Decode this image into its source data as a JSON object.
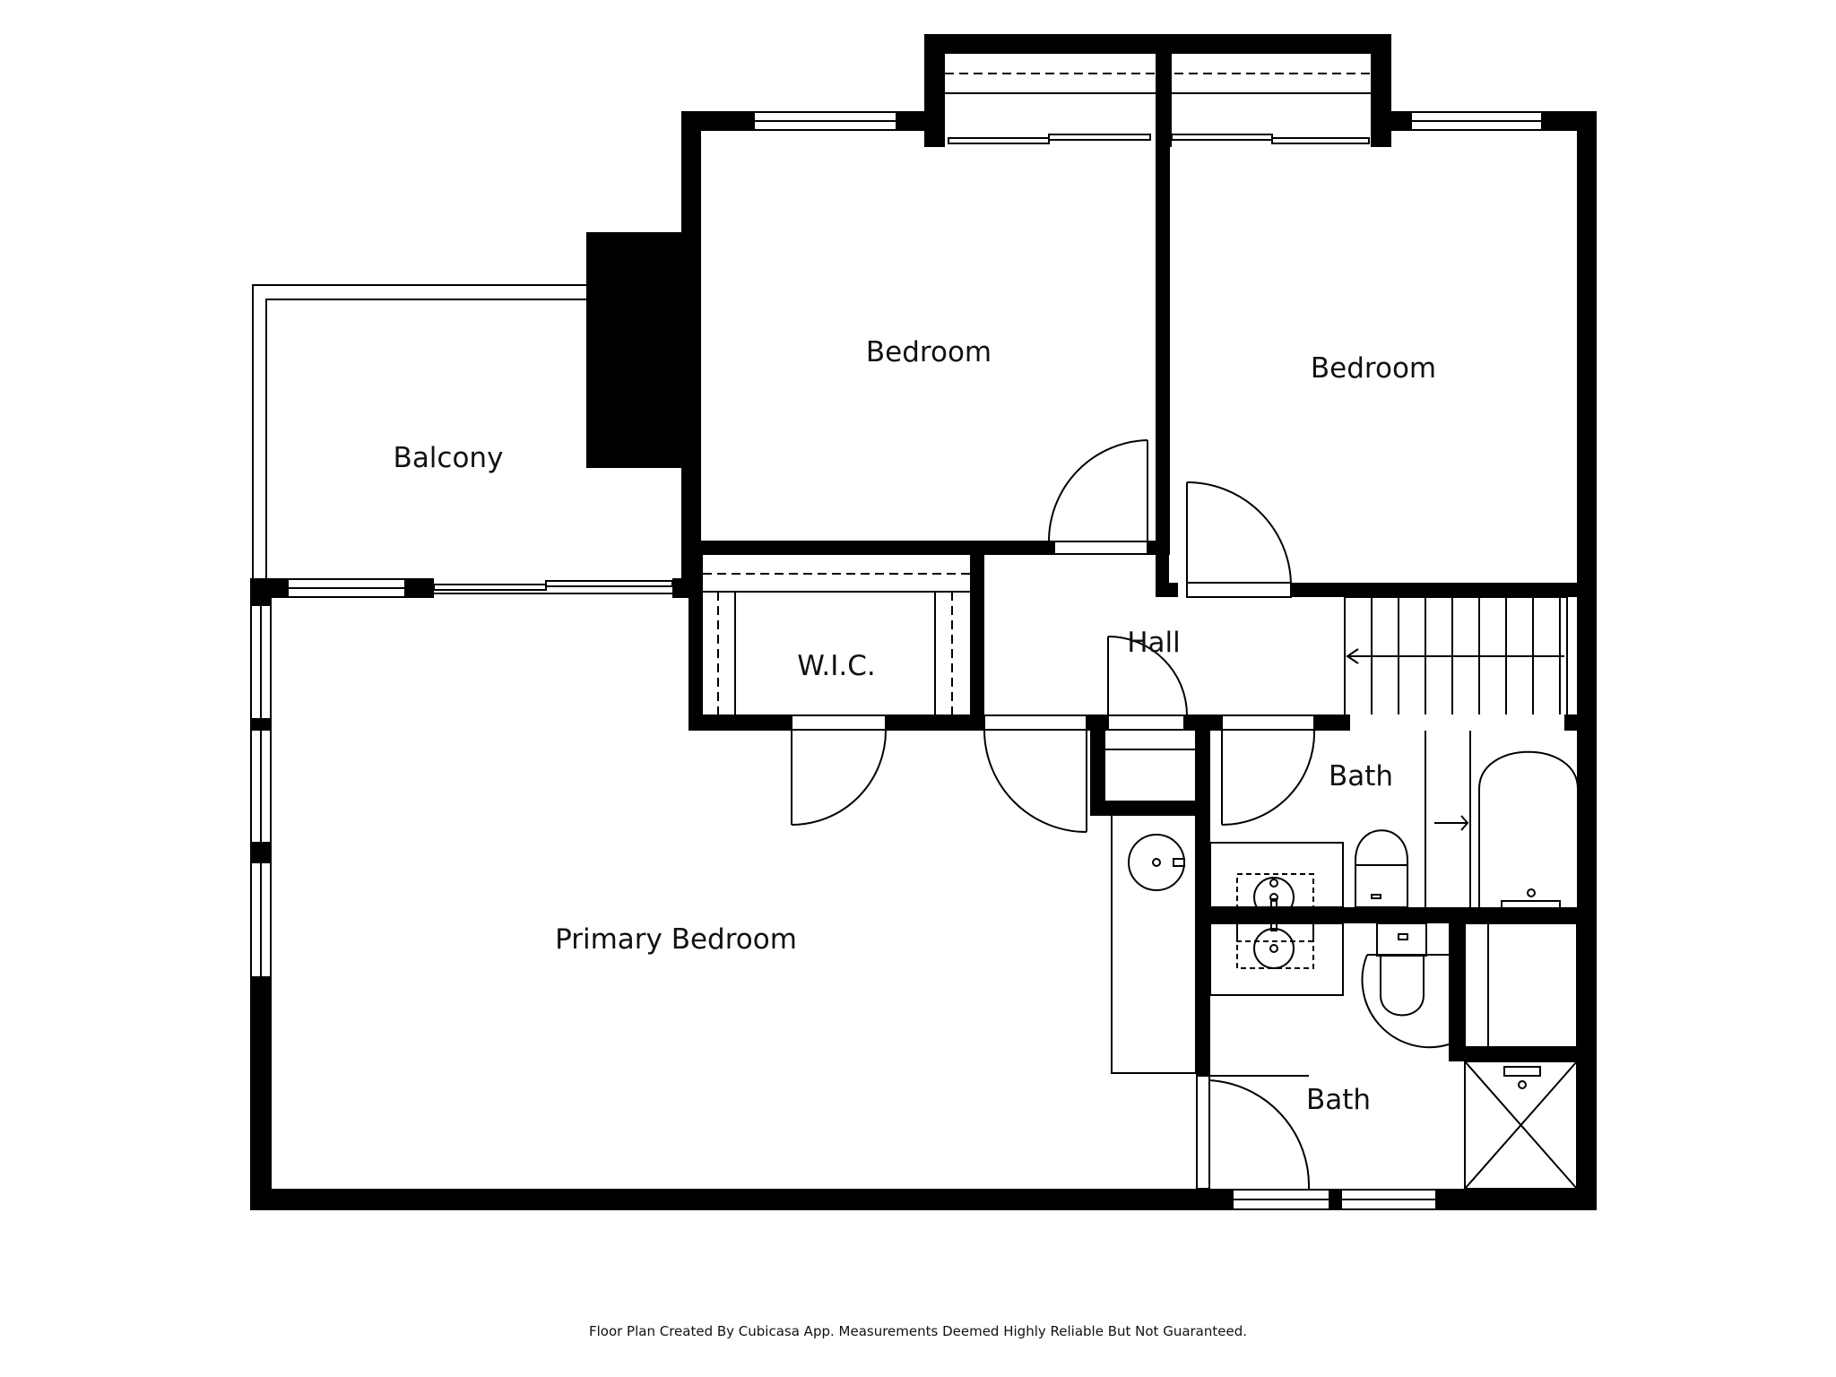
{
  "colors": {
    "wall": "#000000",
    "background": "#ffffff",
    "line": "#000000",
    "label": "#111111"
  },
  "rooms": {
    "bedroom_left": "Bedroom",
    "bedroom_right": "Bedroom",
    "balcony": "Balcony",
    "wic": "W.I.C.",
    "hall": "Hall",
    "bath_upper": "Bath",
    "primary_bedroom": "Primary Bedroom",
    "bath_lower": "Bath"
  },
  "footer": "Floor Plan Created By Cubicasa App. Measurements Deemed Highly Reliable But Not Guaranteed."
}
